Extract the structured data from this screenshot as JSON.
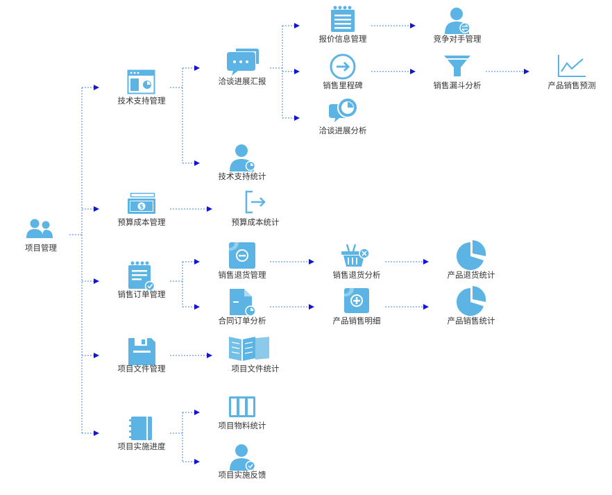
{
  "nodes": {
    "project_mgmt": "项目管理",
    "tech_support_mgmt": "技术支持管理",
    "budget_cost_mgmt": "预算成本管理",
    "sales_order_mgmt": "销售订单管理",
    "project_doc_mgmt": "项目文件管理",
    "project_impl_progress": "项目实施进度",
    "negotiation_report": "洽谈进展汇报",
    "tech_support_stats": "技术支持统计",
    "budget_cost_stats": "预算成本统计",
    "sales_return_mgmt": "销售退货管理",
    "contract_order_analysis": "合同订单分析",
    "project_doc_stats": "项目文件统计",
    "project_material_stats": "项目物料统计",
    "project_impl_feedback": "项目实施反馈",
    "quote_info_mgmt": "报价信息管理",
    "sales_milestone": "销售里程碑",
    "negotiation_analysis": "洽谈进展分析",
    "sales_return_analysis": "销售退货分析",
    "product_sales_detail": "产品销售明细",
    "competitor_mgmt": "竞争对手管理",
    "sales_funnel_analysis": "销售漏斗分析",
    "product_return_stats": "产品退货统计",
    "product_sales_stats": "产品销售统计",
    "product_sales_forecast": "产品销售预测"
  },
  "colors": {
    "icon": "#5bb4e3",
    "connector": "#3b83d8",
    "arrow": "#1414d6",
    "text": "#333333"
  }
}
